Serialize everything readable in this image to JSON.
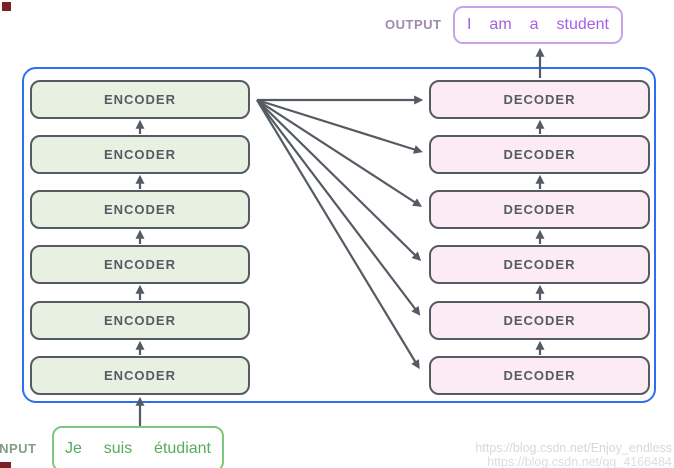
{
  "output": {
    "label": "OUTPUT",
    "words": [
      "I",
      "am",
      "a",
      "student"
    ]
  },
  "input": {
    "label": "INPUT",
    "words": [
      "Je",
      "suis",
      "étudiant"
    ]
  },
  "stacks": {
    "encoders": [
      "ENCODER",
      "ENCODER",
      "ENCODER",
      "ENCODER",
      "ENCODER",
      "ENCODER"
    ],
    "decoders": [
      "DECODER",
      "DECODER",
      "DECODER",
      "DECODER",
      "DECODER",
      "DECODER"
    ]
  },
  "colors": {
    "container_border": "#2e6ef5",
    "box_border": "#555b63",
    "encoder_fill": "#e8f1e1",
    "decoder_fill": "#fcebf2",
    "arrow": "#555b63",
    "output_text": "#a55fe0",
    "output_border": "#c9a3e8",
    "output_label": "#9c8bab",
    "input_text": "#57ab5e",
    "input_border": "#7ec781",
    "input_label": "#859c85",
    "watermark": "#d8d8d8",
    "corner_mark": "#7b2025"
  },
  "watermark": {
    "line1": "https://blog.csdn.net/Enjoy_endless",
    "line2": "https://blog.csdn.net/qq_4166484"
  }
}
